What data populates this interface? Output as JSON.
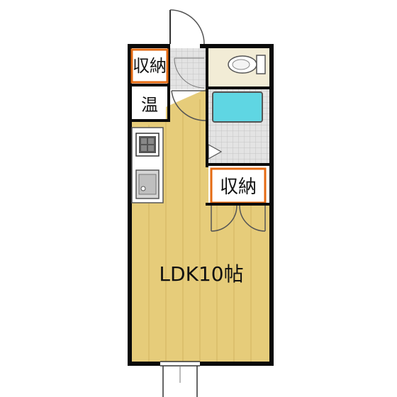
{
  "labels": {
    "storage_top": "収納",
    "water_heater": "温",
    "storage_mid": "収納",
    "ldk": "LDK10帖"
  },
  "colors": {
    "wall": "#0a0a0a",
    "floor": "#e6cc7a",
    "floor_line": "#d2b560",
    "tile": "#dcdcdc",
    "storage_border": "#e46a12",
    "bath": "#5fd6e3",
    "toilet_floor": "#f2ecd6"
  },
  "icons": [
    "entrance-door-icon",
    "toilet-icon",
    "bathtub-icon",
    "stove-icon",
    "sink-icon",
    "balcony-door-icon"
  ]
}
